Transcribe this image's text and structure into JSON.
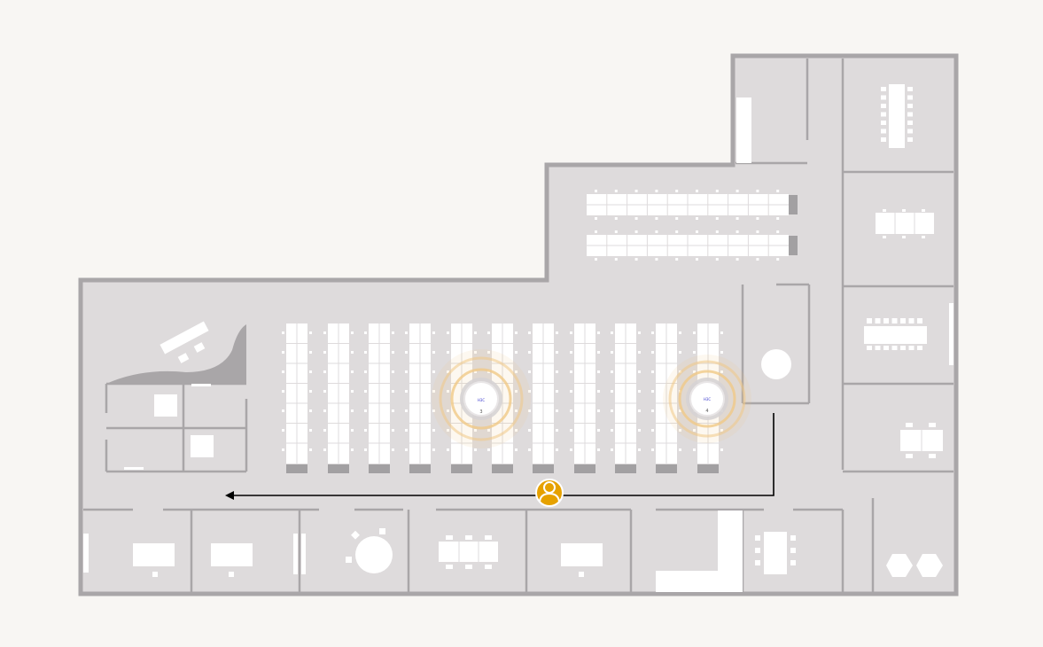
{
  "floorplan": {
    "colors": {
      "background": "#f8f6f3",
      "floor": "#dedbdc",
      "wall": "#a9a6a8",
      "desk": "#ffffff",
      "chair_block": "#a2a0a2",
      "signal_ring": "#f0c987",
      "ap_label": "#3f3fcf",
      "person_badge": "#e6a100",
      "path_line": "#000000"
    },
    "access_points": [
      {
        "brand": "H3C",
        "number": "3"
      },
      {
        "brand": "H3C",
        "number": "4"
      }
    ],
    "person_icon": "user-location-icon",
    "route": {
      "icon": "arrow-left-icon"
    }
  }
}
